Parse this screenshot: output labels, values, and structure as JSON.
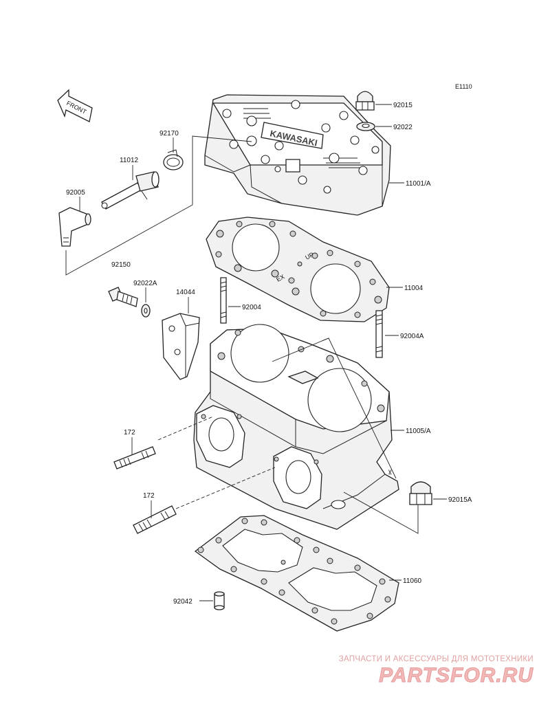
{
  "diagram_code": "E1110",
  "front_arrow_text": "FRONT",
  "head_emboss_text": "KAWASAKI",
  "gasket_marks": {
    "up": "UP",
    "ex": "EX"
  },
  "part_numbers": {
    "p92015": "92015",
    "p92022": "92022",
    "p11001a": "11001/A",
    "p92170": "92170",
    "p11012": "11012",
    "p92005": "92005",
    "p92150": "92150",
    "p11004": "11004",
    "p92022a": "92022A",
    "p14044": "14044",
    "p92004": "92004",
    "p92004a": "92004A",
    "p11005a": "11005/A",
    "p172a": "172",
    "p172b": "172",
    "p92015a": "92015A",
    "p11060": "11060",
    "p92042": "92042"
  },
  "watermark": {
    "tagline": "ЗАПЧАСТИ И АКСЕССУАРЫ ДЛЯ МОТОТЕХНИКИ",
    "site": "PARTSFOR.RU"
  }
}
